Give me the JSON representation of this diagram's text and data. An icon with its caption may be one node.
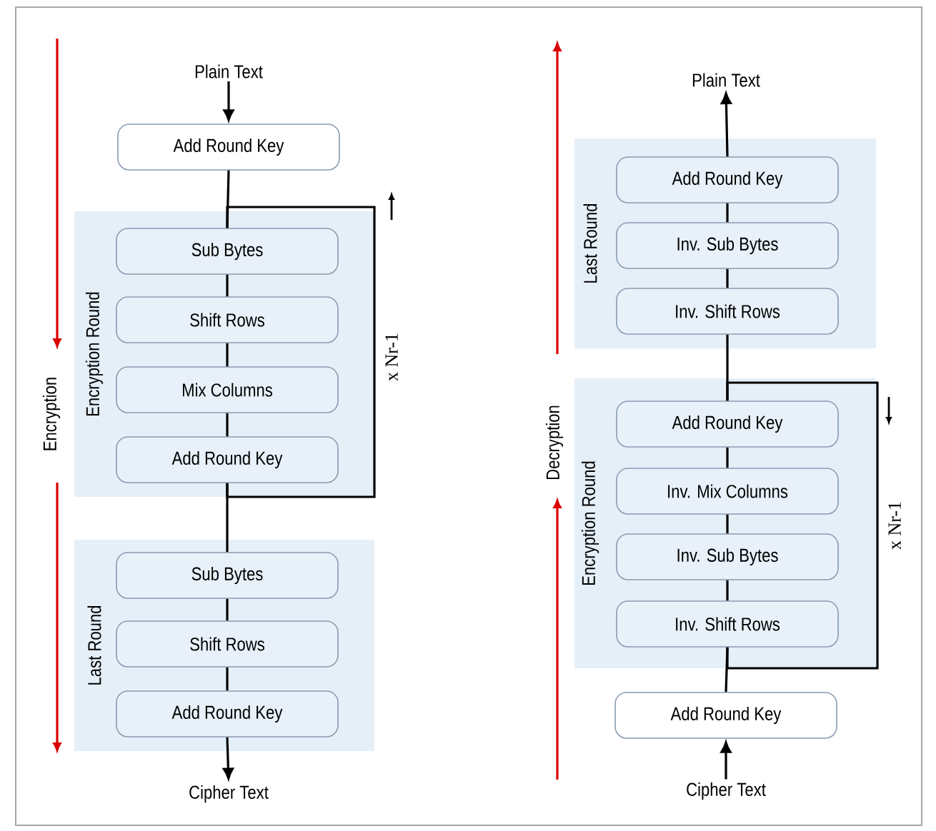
{
  "diagram": {
    "nodes": [
      {
        "text": [
          "Plain Text"
        ]
      },
      {
        "text": [
          "Add Round Key"
        ]
      },
      {
        "text": [
          "Encryption Round"
        ]
      },
      {
        "text": [
          "Sub Bytes"
        ],
        "in": 2
      },
      {
        "text": [
          "Shift Rows"
        ],
        "in": 2
      },
      {
        "text": [
          "Mix Columns"
        ],
        "in": 2
      },
      {
        "text": [
          "Add Round Key"
        ],
        "in": 2
      },
      {
        "text": [
          "Last Round"
        ]
      },
      {
        "text": [
          "Sub Bytes"
        ],
        "in": 7
      },
      {
        "text": [
          "Shift Rows"
        ],
        "in": 7
      },
      {
        "text": [
          "Add Round Key"
        ],
        "in": 7
      },
      {
        "text": [
          "Cipher Text"
        ]
      },
      {
        "text": [
          "Plain Text"
        ]
      },
      {
        "text": [
          "Last Round"
        ]
      },
      {
        "text": [
          "Add Round Key"
        ],
        "in": 13
      },
      {
        "text": [
          "Inv. Sub Bytes"
        ],
        "in": 13
      },
      {
        "text": [
          "Inv. Shift Rows"
        ],
        "in": 13
      },
      {
        "text": [
          "Encryption Round"
        ]
      },
      {
        "text": [
          "Add Round Key"
        ],
        "in": 17
      },
      {
        "text": [
          "Inv. Mix Columns"
        ],
        "in": 17
      },
      {
        "text": [
          "Inv. Sub Bytes"
        ],
        "in": 17
      },
      {
        "text": [
          "Inv. Shift Rows"
        ],
        "in": 17
      },
      {
        "text": [
          "Add Round Key"
        ]
      },
      {
        "text": [
          "Cipher Text"
        ]
      }
    ],
    "edges": [
      {
        "from": 0,
        "to": 1,
        "arrow": "to"
      },
      {
        "from": 1,
        "to": 3,
        "arrow": "none"
      },
      {
        "from": 3,
        "to": 4,
        "arrow": "none"
      },
      {
        "from": 4,
        "to": 5,
        "arrow": "none"
      },
      {
        "from": 5,
        "to": 6,
        "arrow": "none"
      },
      {
        "from": 6,
        "to": 8,
        "arrow": "none"
      },
      {
        "from": 8,
        "to": 9,
        "arrow": "none"
      },
      {
        "from": 9,
        "to": 10,
        "arrow": "none"
      },
      {
        "from": 10,
        "to": 11,
        "arrow": "to"
      },
      {
        "from": 6,
        "to": 3,
        "arrow": "none",
        "label": "x Nr-1"
      },
      {
        "from": 23,
        "to": 22,
        "arrow": "to"
      },
      {
        "from": 22,
        "to": 21,
        "arrow": "none"
      },
      {
        "from": 21,
        "to": 20,
        "arrow": "none"
      },
      {
        "from": 20,
        "to": 19,
        "arrow": "none"
      },
      {
        "from": 19,
        "to": 18,
        "arrow": "none"
      },
      {
        "from": 18,
        "to": 16,
        "arrow": "none"
      },
      {
        "from": 16,
        "to": 15,
        "arrow": "none"
      },
      {
        "from": 15,
        "to": 14,
        "arrow": "none"
      },
      {
        "from": 14,
        "to": 12,
        "arrow": "to"
      },
      {
        "from": 21,
        "to": 18,
        "arrow": "none",
        "label": "x Nr-1"
      }
    ],
    "labels": [
      "Encryption",
      "Decryption"
    ]
  }
}
